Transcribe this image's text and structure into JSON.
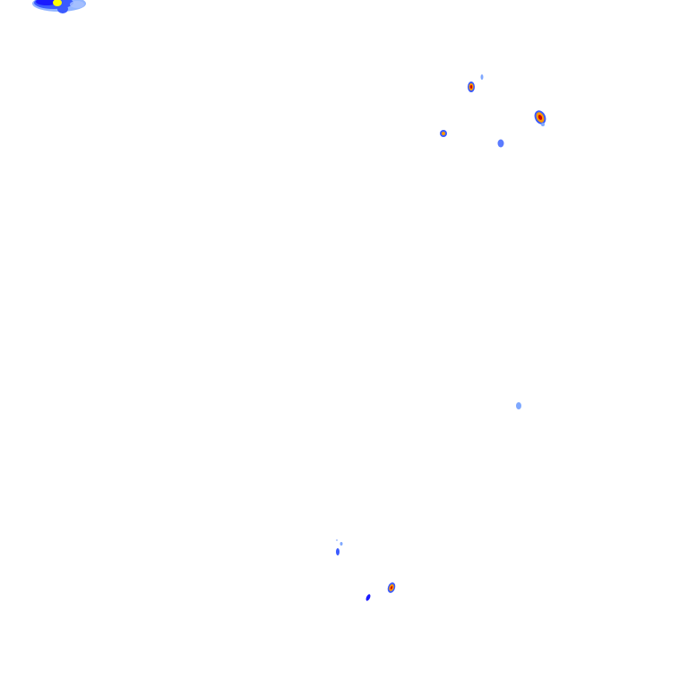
{
  "map": {
    "background_color": "#ffffff",
    "palette": {
      "light": "#7fa8ff",
      "medium": "#3b5bff",
      "heavy": "#1a1aff",
      "intense": "#ff9900",
      "core": "#cc0000",
      "peak": "#ffff00"
    },
    "echo_cells": [
      {
        "id": "cell-top-left",
        "intensity": "peak"
      },
      {
        "id": "cell-ne-1",
        "intensity": "core"
      },
      {
        "id": "cell-ne-2",
        "intensity": "core"
      },
      {
        "id": "cell-ne-3",
        "intensity": "intense"
      },
      {
        "id": "cell-ne-4",
        "intensity": "medium"
      },
      {
        "id": "cell-ne-5",
        "intensity": "light"
      },
      {
        "id": "cell-e-1",
        "intensity": "light"
      },
      {
        "id": "cell-s-1",
        "intensity": "medium"
      },
      {
        "id": "cell-s-2",
        "intensity": "core"
      },
      {
        "id": "cell-s-3",
        "intensity": "heavy"
      }
    ]
  }
}
